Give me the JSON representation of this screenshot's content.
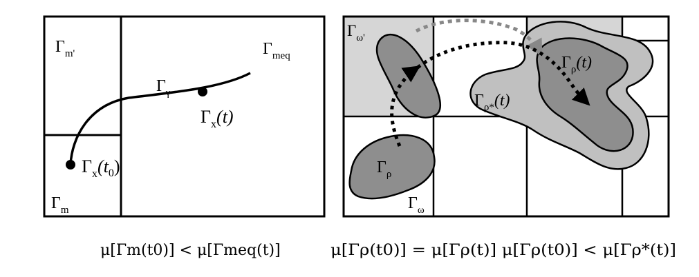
{
  "left_panel": {
    "labels": {
      "gamma_m_prime": {
        "main": "Γ",
        "sub": "m'"
      },
      "gamma_meq": {
        "main": "Γ",
        "sub": "meq"
      },
      "gamma_gamma": {
        "main": "Γ",
        "sub": "γ"
      },
      "gamma_x_t": {
        "main": "Γ",
        "sub": "x",
        "arg": "(t)"
      },
      "gamma_x_t0": {
        "main": "Γ",
        "sub": "x",
        "arg": "(t",
        "arg_sub": "0",
        "close": ")"
      },
      "gamma_m": {
        "main": "Γ",
        "sub": "m"
      }
    },
    "caption": "μ[Γm(t0)] < μ[Γmeq(t)]"
  },
  "right_panel": {
    "labels": {
      "gamma_omega_prime": {
        "main": "Γ",
        "sub": "ω'"
      },
      "gamma_rho_t": {
        "main": "Γ",
        "sub": "ρ",
        "arg": "(t)"
      },
      "gamma_rho_star_t": {
        "main": "Γ",
        "sub": "ρ*",
        "arg": "(t)"
      },
      "gamma_rho": {
        "main": "Γ",
        "sub": "ρ"
      },
      "gamma_omega": {
        "main": "Γ",
        "sub": "ω"
      }
    },
    "caption": "μ[Γρ(t0)] = μ[Γρ(t)] μ[Γρ(t0)] < μ[Γρ*(t)]"
  },
  "colors": {
    "light_gray": "#d6d6d6",
    "mid_gray": "#c0c0c0",
    "dark_gray": "#8e8e8e",
    "arrow_gray": "#888888",
    "ink": "#000000"
  }
}
